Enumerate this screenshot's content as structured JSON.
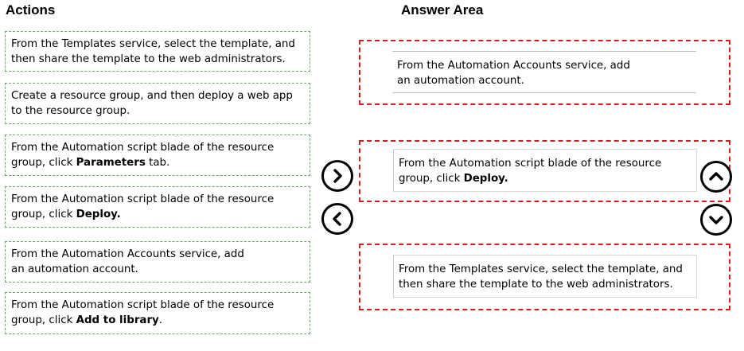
{
  "headings": {
    "actions": "Actions",
    "answer_area": "Answer Area"
  },
  "actions": [
    {
      "line1": "From the Templates service, select the template, and",
      "line2": "then share the template to the web administrators."
    },
    {
      "line1": "Create a resource group, and then deploy a web app",
      "line2": "to the resource group."
    },
    {
      "line1": "From the Automation script blade of the resource",
      "line2_pre": "group, click ",
      "line2_bold": "Parameters",
      "line2_post": " tab."
    },
    {
      "line1": "From the Automation script blade of the resource",
      "line2_pre": "group, click ",
      "line2_bold": "Deploy.",
      "line2_post": ""
    },
    {
      "line1": "From the Automation Accounts service, add",
      "line2": "an automation account."
    },
    {
      "line1": "From the Automation script blade of the resource",
      "line2_pre": "group, click ",
      "line2_bold": "Add to library",
      "line2_post": "."
    }
  ],
  "answers": [
    {
      "line1": "From the Automation Accounts service, add",
      "line2": "an automation account."
    },
    {
      "line1": "From the Automation script blade of the resource",
      "line2_pre": "group, click ",
      "line2_bold": "Deploy.",
      "line2_post": ""
    },
    {
      "line1": "From the Templates service, select the template, and",
      "line2": "then share the template to the web administrators."
    }
  ],
  "controls": {
    "move_right": "chevron-right-icon",
    "move_left": "chevron-left-icon",
    "move_up": "chevron-up-icon",
    "move_down": "chevron-down-icon"
  },
  "colors": {
    "action_border": "#6aa86a",
    "answer_zone_border": "#d51b1b"
  }
}
